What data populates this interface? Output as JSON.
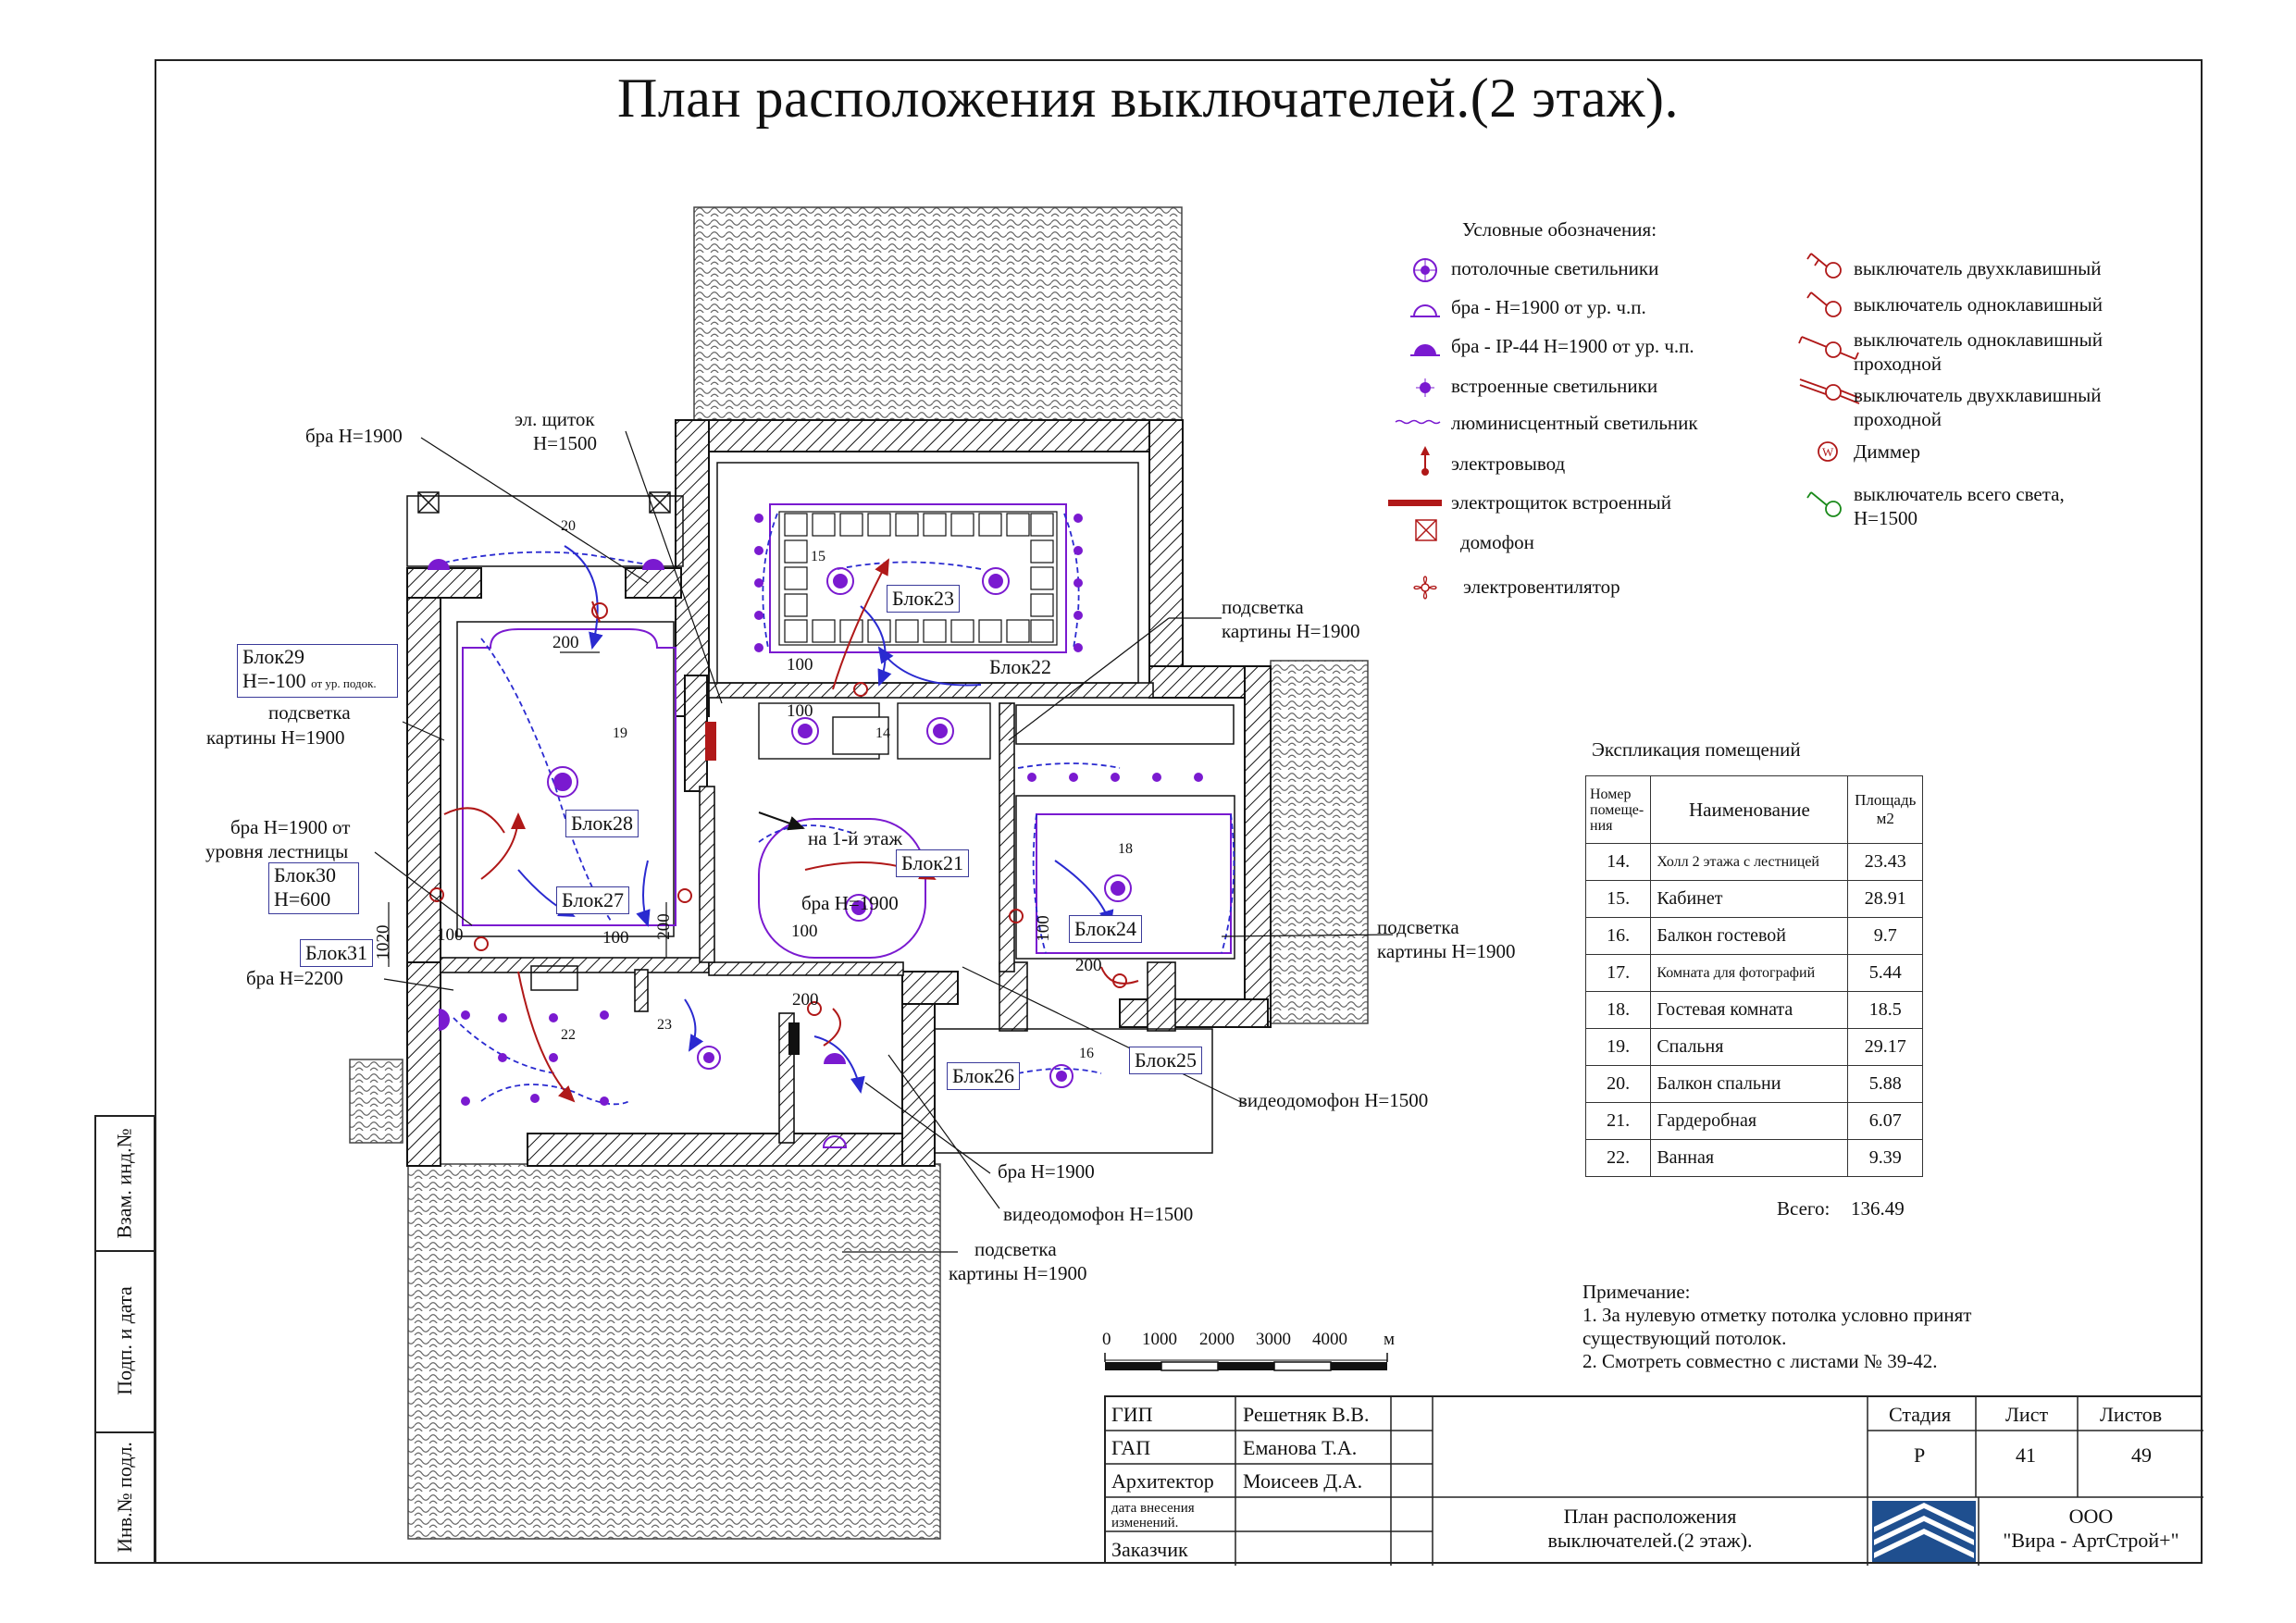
{
  "title": "План расположения выключателей.(2 этаж).",
  "legend": {
    "heading": "Условные обозначения:",
    "left": [
      {
        "icon": "ceiling-light-icon",
        "label": "потолочные светильники"
      },
      {
        "icon": "wall-sconce-icon",
        "label": "бра - Н=1900 от ур. ч.п."
      },
      {
        "icon": "wall-sconce-ip44-icon",
        "label": "бра -  IP-44 Н=1900 от ур. ч.п."
      },
      {
        "icon": "recessed-light-icon",
        "label": "встроенные светильники"
      },
      {
        "icon": "fluorescent-lamp-icon",
        "label": "люминисцентный светильник"
      },
      {
        "icon": "power-outlet-icon",
        "label": "электровывод"
      },
      {
        "icon": "panel-icon",
        "label": "электрощиток встроенный"
      },
      {
        "icon": "intercom-icon",
        "label": "домофон"
      },
      {
        "icon": "fan-icon",
        "label": "электровентилятор"
      }
    ],
    "right": [
      {
        "icon": "switch-double-icon",
        "label": "выключатель двухклавишный"
      },
      {
        "icon": "switch-single-icon",
        "label": "выключатель  одноклавишный"
      },
      {
        "icon": "switch-single-pass-icon",
        "label": "выключатель  одноклавишный",
        "label2": "проходной"
      },
      {
        "icon": "switch-double-pass-icon",
        "label": "выключатель  двухклавишный",
        "label2": "проходной"
      },
      {
        "icon": "dimmer-icon",
        "label": "Диммер",
        "glyph": "W"
      },
      {
        "icon": "master-switch-icon",
        "label": "выключатель  всего света,",
        "label2": "Н=1500"
      }
    ]
  },
  "explication": {
    "title": "Экспликация  помещений",
    "headers": [
      "Номер помеще-ния",
      "Наименование",
      "Площадь м2"
    ],
    "rows": [
      [
        "14.",
        "Холл 2 этажа с лестницей",
        "23.43"
      ],
      [
        "15.",
        "Кабинет",
        "28.91"
      ],
      [
        "16.",
        "Балкон гостевой",
        "9.7"
      ],
      [
        "17.",
        "Комната для фотографий",
        "5.44"
      ],
      [
        "18.",
        "Гостевая комната",
        "18.5"
      ],
      [
        "19.",
        "Спальня",
        "29.17"
      ],
      [
        "20.",
        "Балкон спальни",
        "5.88"
      ],
      [
        "21.",
        "Гардеробная",
        "6.07"
      ],
      [
        "22.",
        "Ванная",
        "9.39"
      ]
    ],
    "total_label": "Всего:",
    "total_value": "136.49"
  },
  "note": {
    "heading": "Примечание:",
    "line1": "1. За нулевую отметку потолка условно принят",
    "line2": "существующий потолок.",
    "line3": "2. Смотреть совместно с листами № 39-42."
  },
  "scale": {
    "ticks": [
      "0",
      "1000",
      "2000",
      "3000",
      "4000",
      "м"
    ]
  },
  "side_stamp": [
    "Взам. инд.№",
    "Подп. и дата",
    "Инв.№ подл."
  ],
  "stamp": {
    "roles": [
      {
        "role": "ГИП",
        "name": "Решетняк В.В."
      },
      {
        "role": "ГАП",
        "name": "Еманова Т.А."
      },
      {
        "role": "Архитектор",
        "name": "Моисеев Д.А."
      },
      {
        "role": "дата  внесения изменений.",
        "name": ""
      },
      {
        "role": "Заказчик",
        "name": ""
      }
    ],
    "headers": [
      "Стадия",
      "Лист",
      "Листов"
    ],
    "values": [
      "Р",
      "41",
      "49"
    ],
    "sheet_title_1": "План расположения",
    "sheet_title_2": "выключателей.(2 этаж).",
    "company_1": "ООО",
    "company_2": "\"Вира - АртСтрой+\""
  },
  "plan": {
    "rooms": [
      "14",
      "15",
      "16",
      "18",
      "19",
      "20",
      "22",
      "23"
    ],
    "dims": [
      "200",
      "100",
      "100",
      "100",
      "100",
      "200",
      "100",
      "1020",
      "200",
      "100",
      "200",
      "100",
      "200"
    ],
    "blocks": [
      "Блок23",
      "Блок22",
      "Блок21",
      "Блок24",
      "Блок25",
      "Блок26",
      "Блок27",
      "Блок28"
    ],
    "block29": {
      "a": "Блок29",
      "b": "Н=-100",
      "c": "от ур. подок."
    },
    "block30": {
      "a": "Блок30",
      "b": "Н=600"
    },
    "block31": "Блок31",
    "callouts": {
      "bra1900_top": "бра Н=1900",
      "panel_1": "эл. щиток",
      "panel_2": "Н=1500",
      "pic_top_1": "подсветка",
      "pic_top_2": "картины Н=1900",
      "pic_left_1": "подсветка",
      "pic_left_2": "картины Н=1900",
      "bra_stairs_1": "бра Н=1900 от",
      "bra_stairs_2": "уровня лестницы",
      "bra2200": "бра Н=2200",
      "to_floor1": "на 1-й этаж",
      "bra1900_mid": "бра Н=1900",
      "pic_right_1": "подсветка",
      "pic_right_2": "картины Н=1900",
      "videophone1": "видеодомофон Н=1500",
      "bra1900_bot": "бра Н=1900",
      "videophone2": "видеодомофон Н=1500",
      "pic_bot_1": "подсветка",
      "pic_bot_2": "картины Н=1900"
    }
  },
  "colors": {
    "wiring_blue": "#2a2ad0",
    "wiring_red": "#b01818",
    "fixture_purple": "#7a1ad0",
    "ink": "#111111"
  }
}
